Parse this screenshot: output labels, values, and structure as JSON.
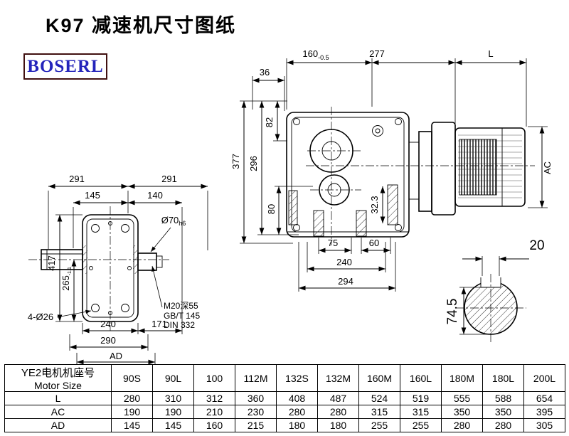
{
  "title": "K97 减速机尺寸图纸",
  "logo": "BOSERL",
  "drawing": {
    "main_view": {
      "w160": {
        "v": "160",
        "sub": "-0.5"
      },
      "w277": "277",
      "motor_len": "L",
      "d36": "36",
      "d82": "82",
      "d377": "377",
      "d296": "296",
      "d80": "80",
      "d32_3": "32.3",
      "d75": "75",
      "d60": "60",
      "d240": "240",
      "d294": "294",
      "ac": "AC"
    },
    "left_view": {
      "span1": "291",
      "span2": "291",
      "d145": "145",
      "d140": "140",
      "d417": "417",
      "d265": {
        "v": "265",
        "sub": "-1.1"
      },
      "shaft_dia": {
        "v": "Ø70",
        "sub": "h6"
      },
      "holes": "4-Ø26",
      "d240": "240",
      "d171": "171",
      "d290": "290",
      "ad": "AD",
      "note1": "M20深55",
      "note2": "GB/T 145",
      "note3": "DIN 332"
    },
    "shaft_section": {
      "key_w": "20",
      "d74_5": "74.5"
    }
  },
  "table": {
    "header": {
      "line1": "YE2电机机座号",
      "line2": "Motor Size"
    },
    "columns": [
      "90S",
      "90L",
      "100",
      "112M",
      "132S",
      "132M",
      "160M",
      "160L",
      "180M",
      "180L",
      "200L"
    ],
    "rows": [
      {
        "label": "L",
        "values": [
          "280",
          "310",
          "312",
          "360",
          "408",
          "487",
          "524",
          "519",
          "555",
          "588",
          "654"
        ]
      },
      {
        "label": "AC",
        "values": [
          "190",
          "190",
          "210",
          "230",
          "280",
          "280",
          "315",
          "315",
          "350",
          "350",
          "395"
        ]
      },
      {
        "label": "AD",
        "values": [
          "145",
          "145",
          "160",
          "215",
          "180",
          "180",
          "255",
          "255",
          "280",
          "280",
          "305"
        ]
      }
    ]
  }
}
